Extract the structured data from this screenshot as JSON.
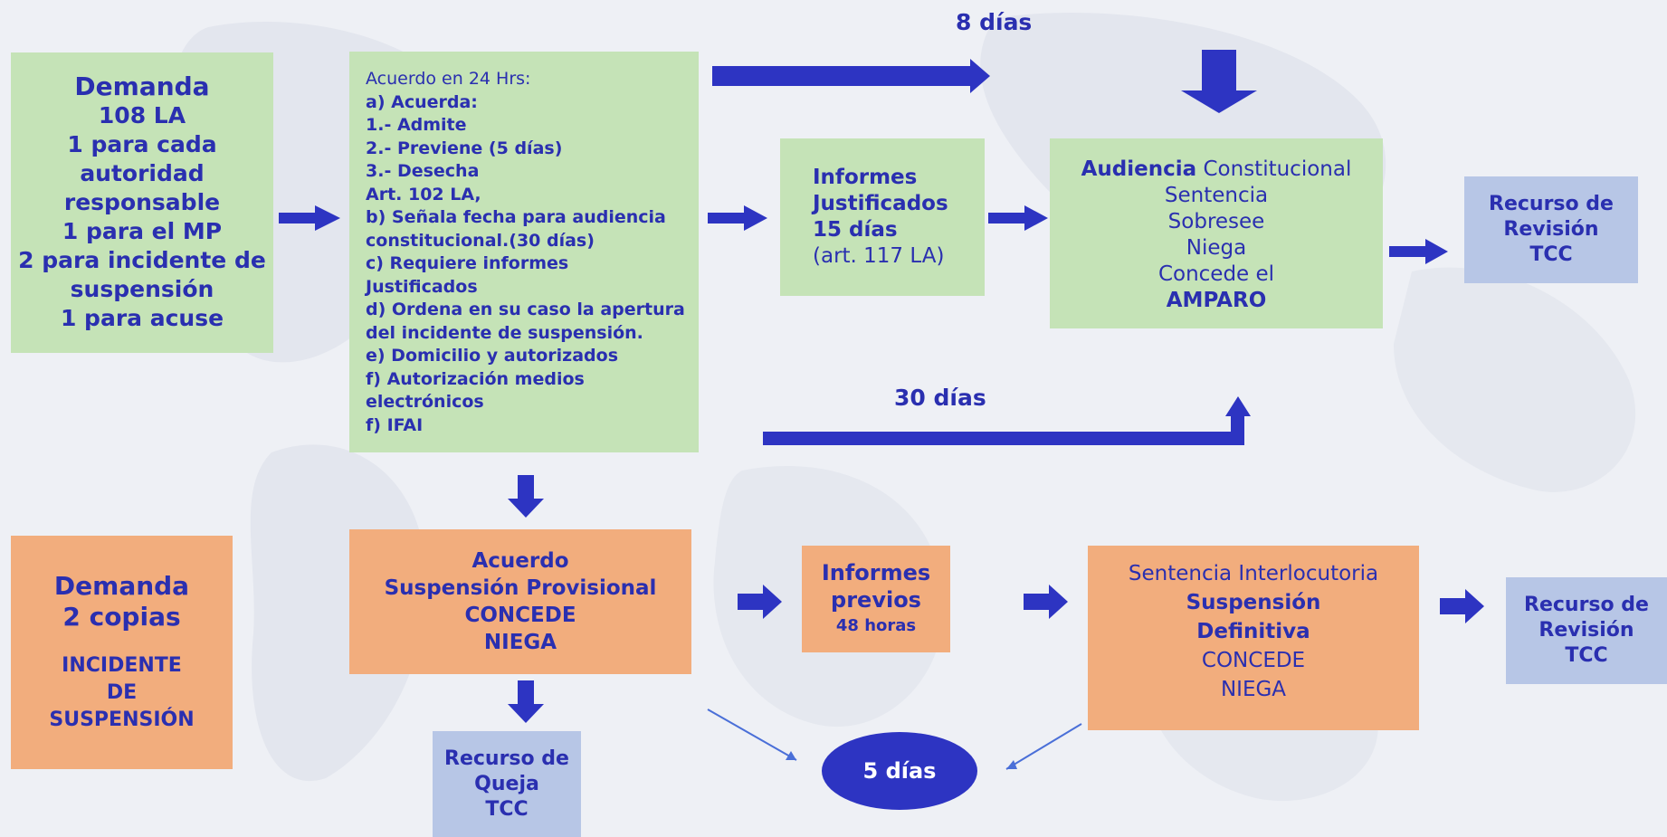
{
  "demanda_amparo": {
    "title": "Demanda",
    "lines": [
      "108 LA",
      "1 para cada",
      "autoridad",
      "responsable",
      "1 para el MP",
      "2 para incidente de",
      "suspensión",
      "1 para acuse"
    ]
  },
  "acuerdo_24hrs": {
    "lines": [
      "Acuerdo en 24 Hrs:",
      "a) Acuerda:",
      "1.- Admite",
      "2.- Previene (5 días)",
      "3.- Desecha",
      "Art. 102 LA,",
      "b) Señala fecha para audiencia",
      "constitucional.(30 días)",
      "c) Requiere informes",
      "Justificados",
      "d) Ordena en su caso la apertura",
      "del incidente de suspensión.",
      "e) Domicilio y autorizados",
      "f) Autorización medios",
      "electrónicos",
      "f) IFAI"
    ]
  },
  "informes_justificados": {
    "lines": [
      "Informes",
      "Justificados",
      "15 días",
      "(art. 117 LA)"
    ]
  },
  "audiencia": {
    "title_bold": "Audiencia",
    "title_rest": " Constitucional",
    "lines": [
      "Sentencia",
      "Sobresee",
      "Niega",
      "Concede el"
    ],
    "last": "AMPARO"
  },
  "recurso_revision_1": {
    "lines": [
      "Recurso de",
      "Revisión",
      "TCC"
    ]
  },
  "label_8_dias": "8 días",
  "label_30_dias": "30 días",
  "demanda_suspension": {
    "title": [
      "Demanda",
      "2 copias"
    ],
    "sub": [
      "INCIDENTE",
      "DE",
      "SUSPENSIÓN"
    ]
  },
  "acuerdo_suspension": {
    "lines": [
      "Acuerdo",
      "Suspensión Provisional",
      "CONCEDE",
      "NIEGA"
    ]
  },
  "informes_previos": {
    "lines": [
      "Informes",
      "previos"
    ],
    "sub": "48 horas"
  },
  "sentencia_interlocutoria": {
    "title": "Sentencia Interlocutoria",
    "bold": [
      "Suspensión",
      "Definitiva"
    ],
    "lines": [
      "CONCEDE",
      "NIEGA"
    ]
  },
  "recurso_revision_2": {
    "lines": [
      "Recurso de",
      "Revisión",
      "TCC"
    ]
  },
  "recurso_queja": {
    "lines": [
      "Recurso de",
      "Queja",
      "TCC"
    ]
  },
  "oval_5_dias": "5 días",
  "colors": {
    "green": "#c5e3b7",
    "orange": "#f2ad7d",
    "blue_box": "#b7c6e6",
    "arrow": "#2d34c2",
    "text": "#2a2fb0"
  }
}
